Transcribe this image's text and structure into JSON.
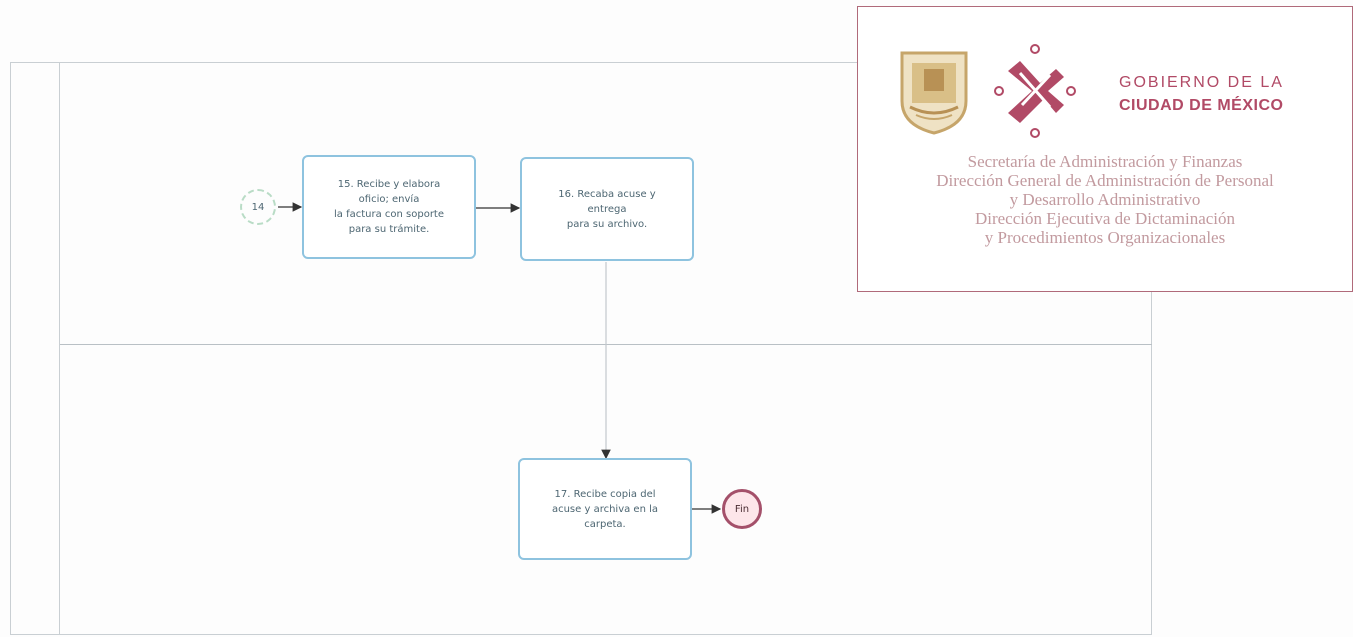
{
  "diagram": {
    "start_event": "14",
    "end_event": "Fin",
    "tasks": [
      {
        "id": "t15",
        "text": "15. Recibe y elabora\noficio; envía\nla factura con soporte\npara su trámite."
      },
      {
        "id": "t16",
        "text": "16. Recaba acuse y\nentrega\npara su archivo."
      },
      {
        "id": "t17",
        "text": "17. Recibe copia del\nacuse y archiva en la\ncarpeta."
      }
    ]
  },
  "header": {
    "gov_line1": "GOBIERNO DE LA",
    "gov_line2": "CIUDAD DE MÉXICO",
    "secretaria": [
      "Secretaría  de Administración  y Finanzas",
      "Dirección General de Administración de Personal",
      "y Desarrollo Administrativo",
      "Dirección Ejecutiva de Dictaminación",
      "y Procedimientos Organizacionales"
    ]
  },
  "colors": {
    "task_border": "#8ec3df",
    "brand": "#b14a66",
    "end_event": "#a4506a",
    "logo_gold": "#c6a56a"
  }
}
